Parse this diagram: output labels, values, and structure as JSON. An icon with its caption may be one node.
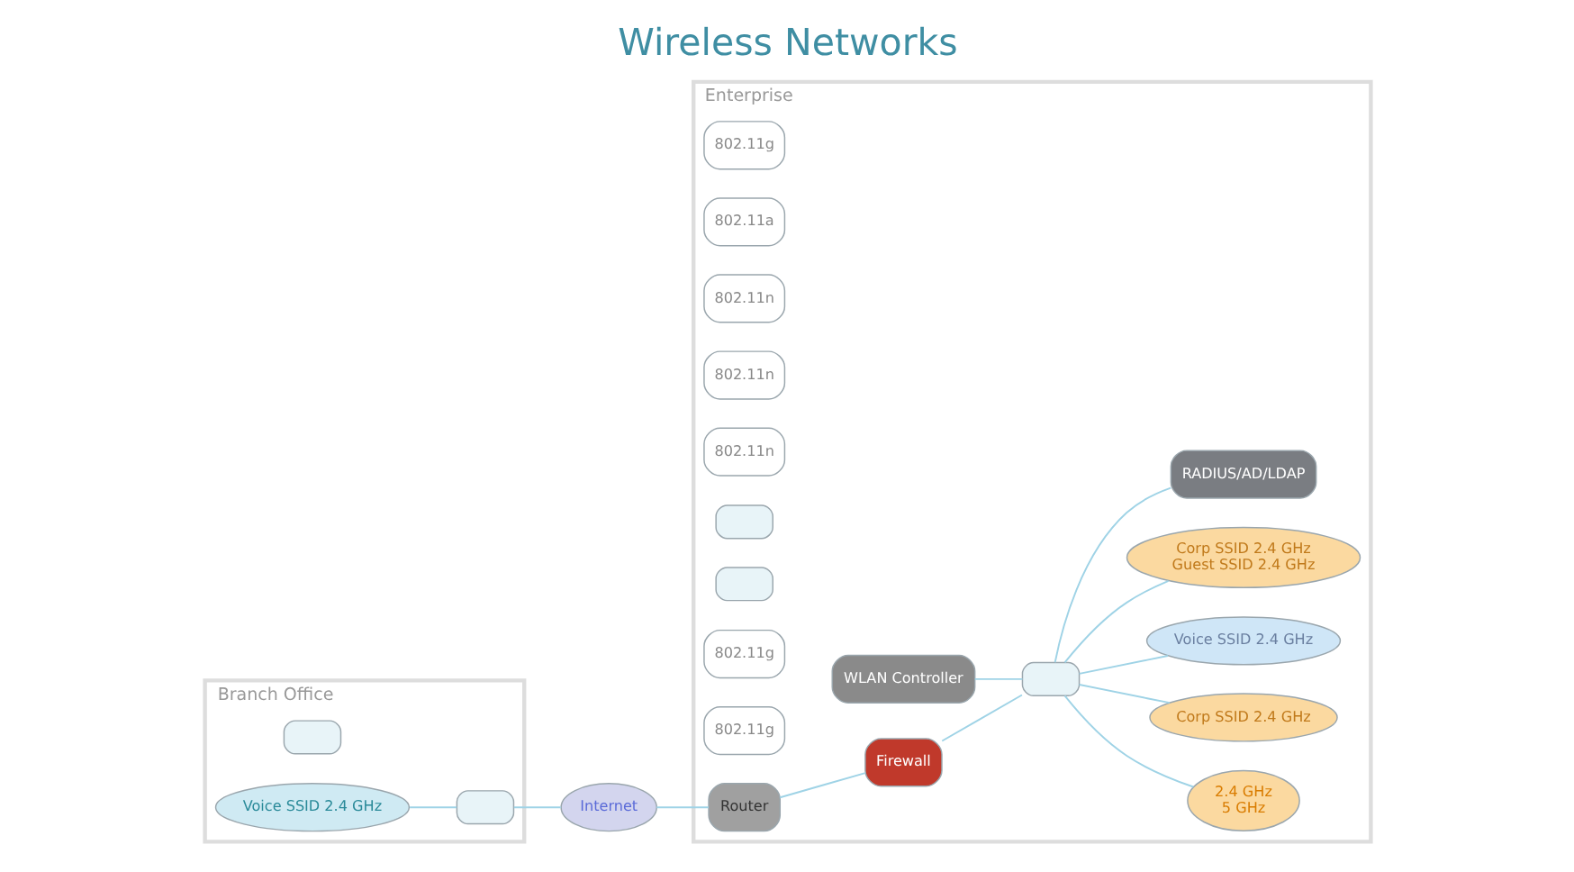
{
  "diagram": {
    "title": "Wireless Networks",
    "nodes": [
      {
        "text": [
          "Branch Office"
        ]
      },
      {
        "text": [
          "Enterprise"
        ]
      },
      {
        "text": [],
        "shape": "box",
        "in": 0
      },
      {
        "text": [
          "Voice SSID 2.4 GHz"
        ],
        "in": 0
      },
      {
        "text": [],
        "shape": "box",
        "in": 0
      },
      {
        "text": [
          "Internet"
        ]
      },
      {
        "text": [
          "2.4 GHz",
          "5 GHz"
        ],
        "in": 1
      },
      {
        "text": [
          "802.11g"
        ],
        "in": 1
      },
      {
        "text": [
          "802.11a"
        ],
        "in": 1
      },
      {
        "text": [
          "802.11n"
        ],
        "in": 1
      },
      {
        "text": [
          "802.11n"
        ],
        "in": 1
      },
      {
        "text": [
          "802.11n"
        ],
        "in": 1
      },
      {
        "text": [
          "Corp SSID 2.4 GHz"
        ],
        "in": 1
      },
      {
        "text": [
          "Voice SSID 2.4 GHz"
        ],
        "in": 1
      },
      {
        "text": [],
        "shape": "box",
        "in": 1
      },
      {
        "text": [],
        "shape": "box",
        "in": 1
      },
      {
        "text": [
          "WLAN Controller"
        ],
        "in": 1
      },
      {
        "text": [],
        "shape": "box",
        "in": 1
      },
      {
        "text": [
          "802.11g"
        ],
        "in": 1
      },
      {
        "text": [
          "Corp SSID 2.4 GHz",
          "Guest SSID 2.4 GHz"
        ],
        "in": 1
      },
      {
        "text": [
          "802.11g"
        ],
        "in": 1
      },
      {
        "text": [
          "Firewall"
        ],
        "in": 1
      },
      {
        "text": [
          "Router"
        ],
        "in": 1
      },
      {
        "text": [
          "RADIUS/AD/LDAP"
        ],
        "in": 1
      }
    ],
    "edges": [
      {
        "from": 3,
        "to": 4,
        "arrow": "none"
      },
      {
        "from": 4,
        "to": 5,
        "arrow": "none"
      },
      {
        "from": 5,
        "to": 22,
        "arrow": "none"
      },
      {
        "from": 22,
        "to": 21,
        "arrow": "none"
      },
      {
        "from": 21,
        "to": 17,
        "arrow": "none"
      },
      {
        "from": 16,
        "to": 17,
        "arrow": "none"
      },
      {
        "from": 17,
        "to": 6,
        "arrow": "none"
      },
      {
        "from": 17,
        "to": 12,
        "arrow": "none"
      },
      {
        "from": 17,
        "to": 13,
        "arrow": "none"
      },
      {
        "from": 17,
        "to": 19,
        "arrow": "none"
      },
      {
        "from": 17,
        "to": 23,
        "arrow": "none"
      }
    ]
  }
}
